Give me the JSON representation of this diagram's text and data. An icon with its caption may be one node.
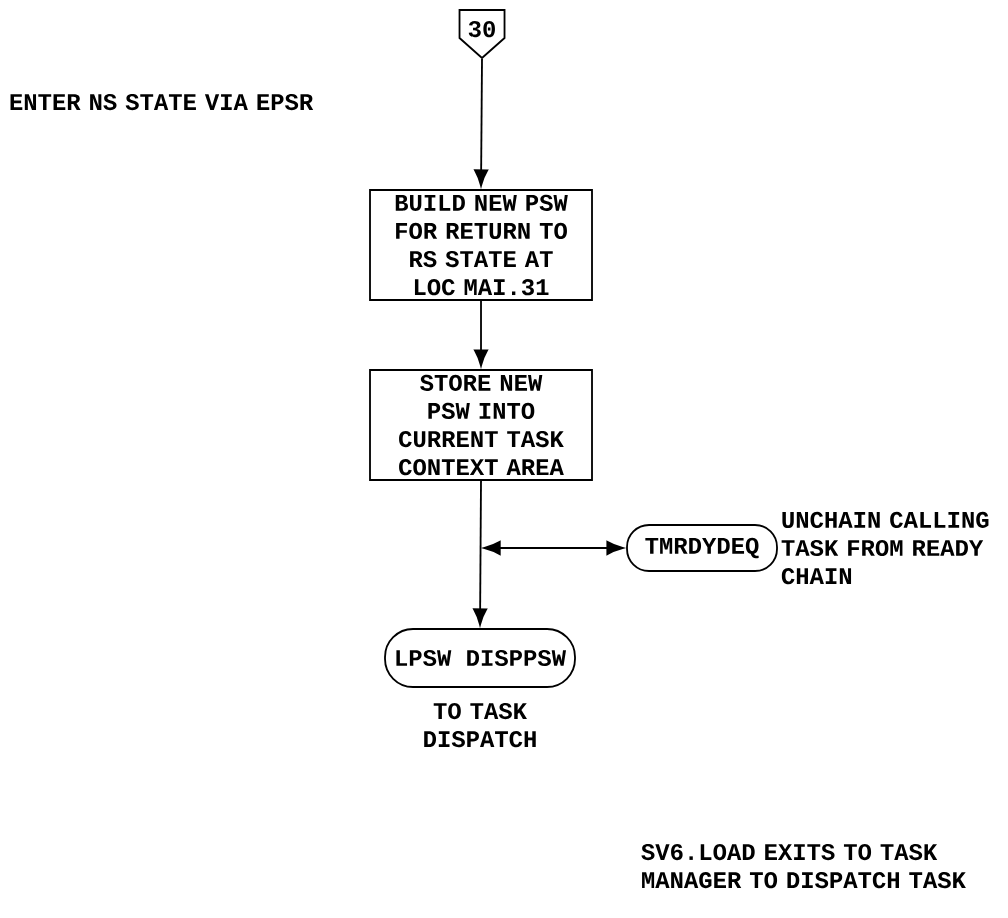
{
  "diagram": {
    "nodes": [
      {
        "text": [
          "30"
        ]
      },
      {
        "text": [
          "BUILD NEW PSW FOR RETURN TO RS STATE AT LOC MAI.31"
        ]
      },
      {
        "text": [
          "STORE NEW PSW INTO CURRENT TASK CONTEXT AREA"
        ]
      },
      {
        "text": [
          "TMRDYDEQ"
        ],
        "beside": [
          "UNCHAIN CALLING TASK FROM READY CHAIN"
        ]
      },
      {
        "text": [
          "LPSW DISPPSW"
        ],
        "beside": [
          "TO TASK DISPATCH"
        ]
      }
    ],
    "edges": [
      {
        "from": 0,
        "to": 1,
        "arrow": "to"
      },
      {
        "from": 1,
        "to": 2,
        "arrow": "to"
      },
      {
        "from": null,
        "to": 3,
        "arrow": "both"
      },
      {
        "from": 2,
        "to": 4,
        "arrow": "to"
      }
    ],
    "labels": [
      "ENTER NS STATE VIA EPSR",
      "SV6.LOAD EXITS TO TASK MANAGER TO DISPATCH TASK"
    ]
  }
}
